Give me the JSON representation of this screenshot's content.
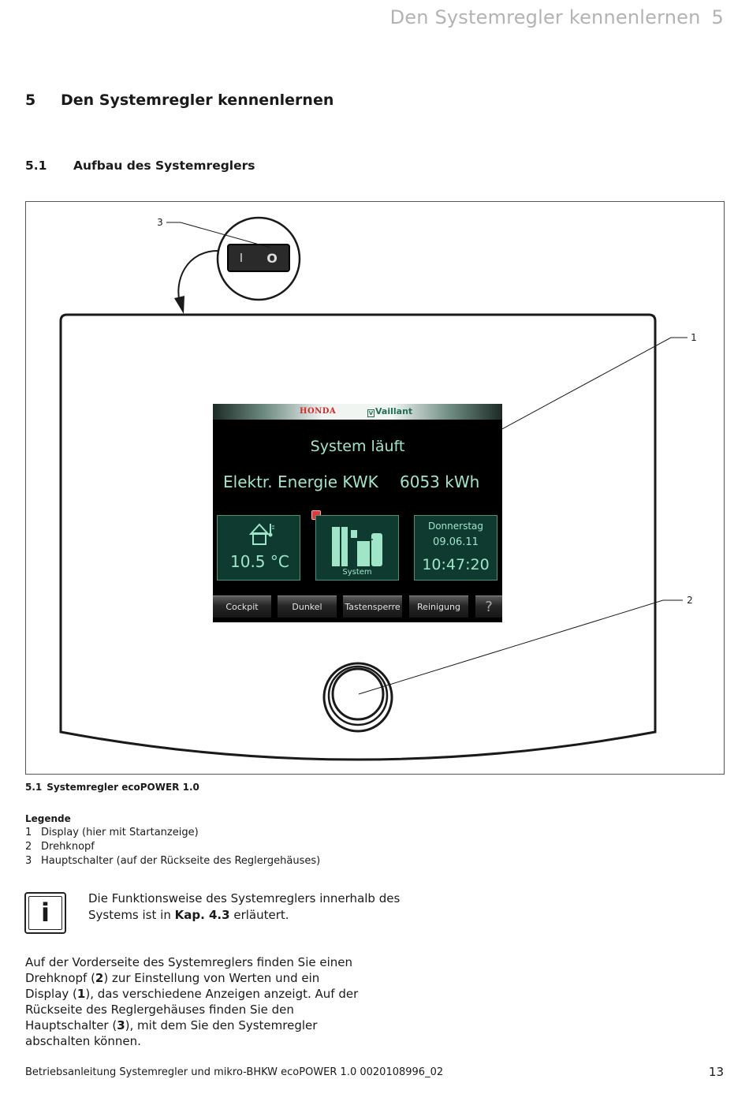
{
  "header": {
    "title": "Den Systemregler kennenlernen",
    "chapter_number": "5"
  },
  "heading1": {
    "number": "5",
    "title": "Den Systemregler kennenlernen"
  },
  "heading2": {
    "number": "5.1",
    "title": "Aufbau des Systemreglers"
  },
  "figure": {
    "callouts": {
      "display": "1",
      "knob": "2",
      "switch": "3"
    },
    "switch_symbols": {
      "on": "I",
      "off": "O"
    },
    "screen": {
      "brand_honda": "HONDA",
      "brand_vaillant": "Vaillant",
      "brand_vaillant_mark": "V",
      "status": "System läuft",
      "energy_label": "Elektr. Energie KWK",
      "energy_value": "6053  kWh",
      "temperature": "10.5  °C",
      "system_label": "System",
      "day": "Donnerstag",
      "date": "09.06.11",
      "time": "10:47:20",
      "softkeys": [
        "Cockpit",
        "Dunkel",
        "Tastensperre",
        "Reinigung",
        "?"
      ]
    },
    "caption_number": "5.1",
    "caption_title": "Systemregler ecoPOWER 1.0"
  },
  "legend": {
    "title": "Legende",
    "items": [
      {
        "n": "1",
        "text": "Display (hier mit Startanzeige)"
      },
      {
        "n": "2",
        "text": "Drehknopf"
      },
      {
        "n": "3",
        "text": "Hauptschalter (auf der Rückseite des Reglergehäuses)"
      }
    ]
  },
  "info": {
    "icon": "i",
    "text_1": "Die Funktionsweise des Systemreglers innerhalb des Systems ist in ",
    "text_bold": "Kap. 4.3",
    "text_2": " erläutert."
  },
  "body": {
    "p1": "Auf der Vorderseite des Systemreglers finden Sie einen Drehknopf (",
    "b1": "2",
    "p2": ") zur Einstellung von Werten und ein Display (",
    "b2": "1",
    "p3": "), das verschiedene Anzeigen anzeigt. Auf der Rückseite des Reglergehäuses finden Sie den Hauptschalter (",
    "b3": "3",
    "p4": "), mit dem Sie den Systemregler abschalten können."
  },
  "footer": {
    "text": "Betriebsanleitung Systemregler und mikro-BHKW ecoPOWER 1.0 0020108996_02",
    "page": "13"
  }
}
